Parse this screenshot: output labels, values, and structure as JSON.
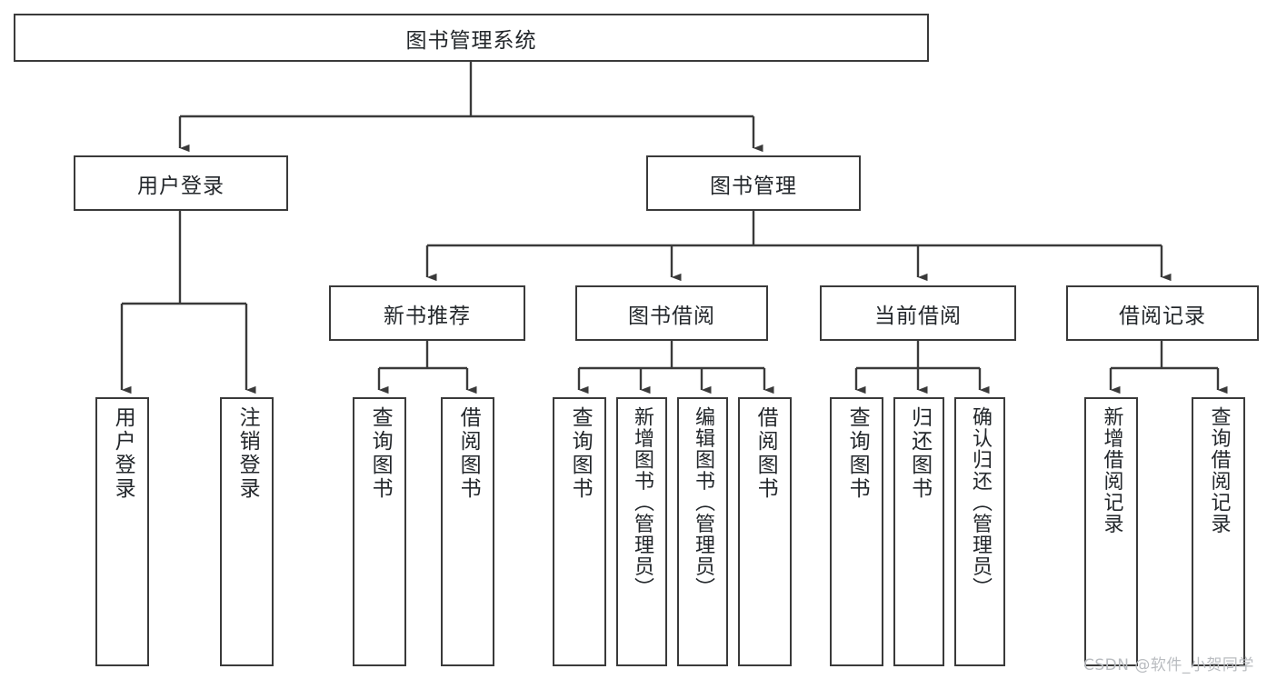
{
  "diagram": {
    "type": "tree-hierarchy",
    "title": "图书管理系统",
    "root": {
      "label": "图书管理系统"
    },
    "level2": [
      {
        "label": "用户登录"
      },
      {
        "label": "图书管理"
      }
    ],
    "level3": [
      {
        "label": "新书推荐"
      },
      {
        "label": "图书借阅"
      },
      {
        "label": "当前借阅"
      },
      {
        "label": "借阅记录"
      }
    ],
    "leaves": {
      "user_login": [
        {
          "label": "用户登录"
        },
        {
          "label": "注销登录"
        }
      ],
      "new_book_recommend": [
        {
          "label": "查询图书"
        },
        {
          "label": "借阅图书"
        }
      ],
      "book_borrow": [
        {
          "label": "查询图书"
        },
        {
          "label": "新增图书（管理员）"
        },
        {
          "label": "编辑图书（管理员）"
        },
        {
          "label": "借阅图书"
        }
      ],
      "current_borrow": [
        {
          "label": "查询图书"
        },
        {
          "label": "归还图书"
        },
        {
          "label": "确认归还（管理员）"
        }
      ],
      "borrow_record": [
        {
          "label": "新增借阅记录"
        },
        {
          "label": "查询借阅记录"
        }
      ]
    }
  },
  "watermark": {
    "text": "CSDN @软件_小贺同学"
  },
  "colors": {
    "stroke": "#3a3a3a",
    "text": "#23272b",
    "background": "#ffffff",
    "watermark": "#b9bcc0"
  }
}
